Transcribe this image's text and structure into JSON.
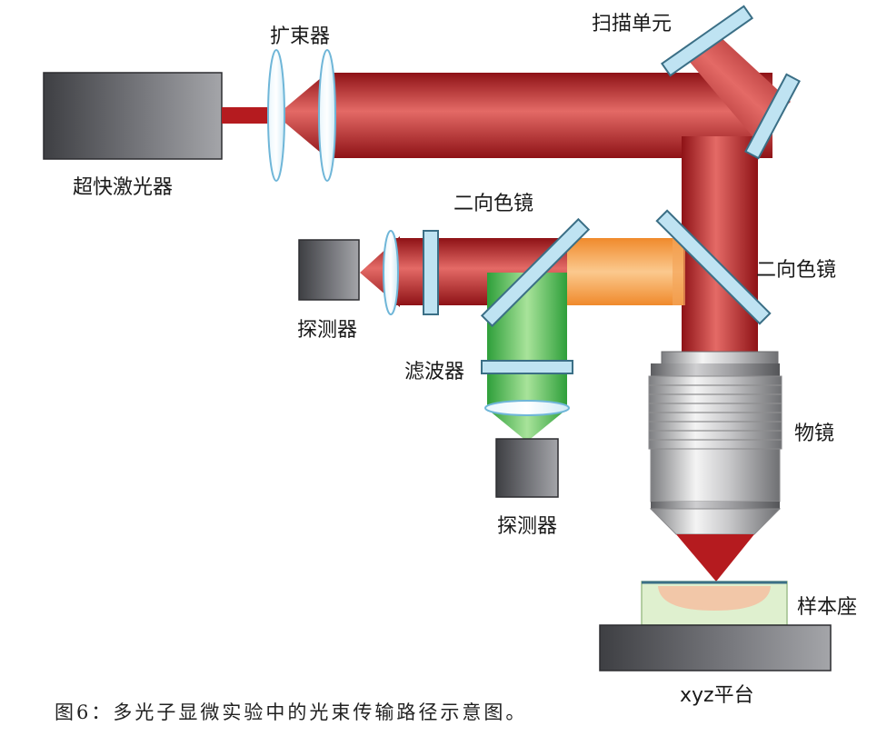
{
  "labels": {
    "laser": "超快激光器",
    "beam_expander": "扩束器",
    "scan_unit": "扫描单元",
    "dichroic_top": "二向色镜",
    "dichroic_right": "二向色镜",
    "detector_left": "探测器",
    "detector_bottom": "探测器",
    "filter": "滤波器",
    "objective": "物镜",
    "sample_holder": "样本座",
    "xyz_stage": "xyz平台"
  },
  "caption": "图6：多光子显微实验中的光束传输路径示意图。",
  "colors": {
    "excitation_beam": "#b51b1f",
    "emission_beam": "#f08a2c",
    "green_beam": "#4cbc4c",
    "mirror": "#bfe3f2",
    "lens": "#7ac4e6",
    "device_gray": "#6b6c70",
    "stage_gray": "#5a5a5c",
    "sample_fill": "#dff0cf"
  }
}
